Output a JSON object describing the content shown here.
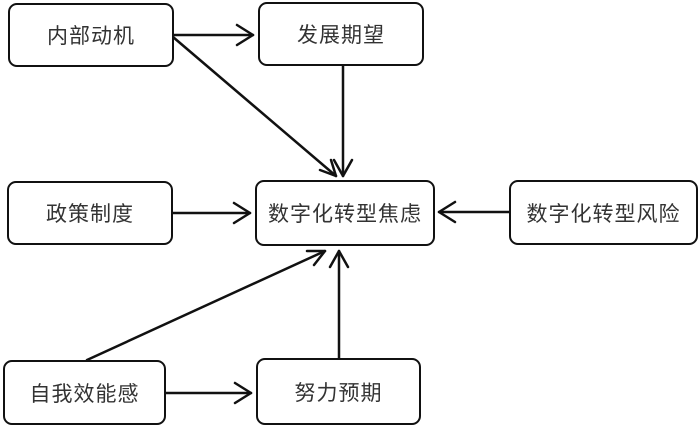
{
  "diagram": {
    "nodes": {
      "internal_motivation": "内部动机",
      "development_expectation": "发展期望",
      "policy_system": "政策制度",
      "digital_anxiety": "数字化转型焦虑",
      "digital_risk": "数字化转型风险",
      "self_efficacy": "自我效能感",
      "effort_expectancy": "努力预期"
    },
    "edges": [
      {
        "from": "internal_motivation",
        "to": "development_expectation"
      },
      {
        "from": "internal_motivation",
        "to": "digital_anxiety"
      },
      {
        "from": "development_expectation",
        "to": "digital_anxiety"
      },
      {
        "from": "policy_system",
        "to": "digital_anxiety"
      },
      {
        "from": "digital_risk",
        "to": "digital_anxiety"
      },
      {
        "from": "self_efficacy",
        "to": "digital_anxiety"
      },
      {
        "from": "self_efficacy",
        "to": "effort_expectancy"
      },
      {
        "from": "effort_expectancy",
        "to": "digital_anxiety"
      }
    ]
  }
}
